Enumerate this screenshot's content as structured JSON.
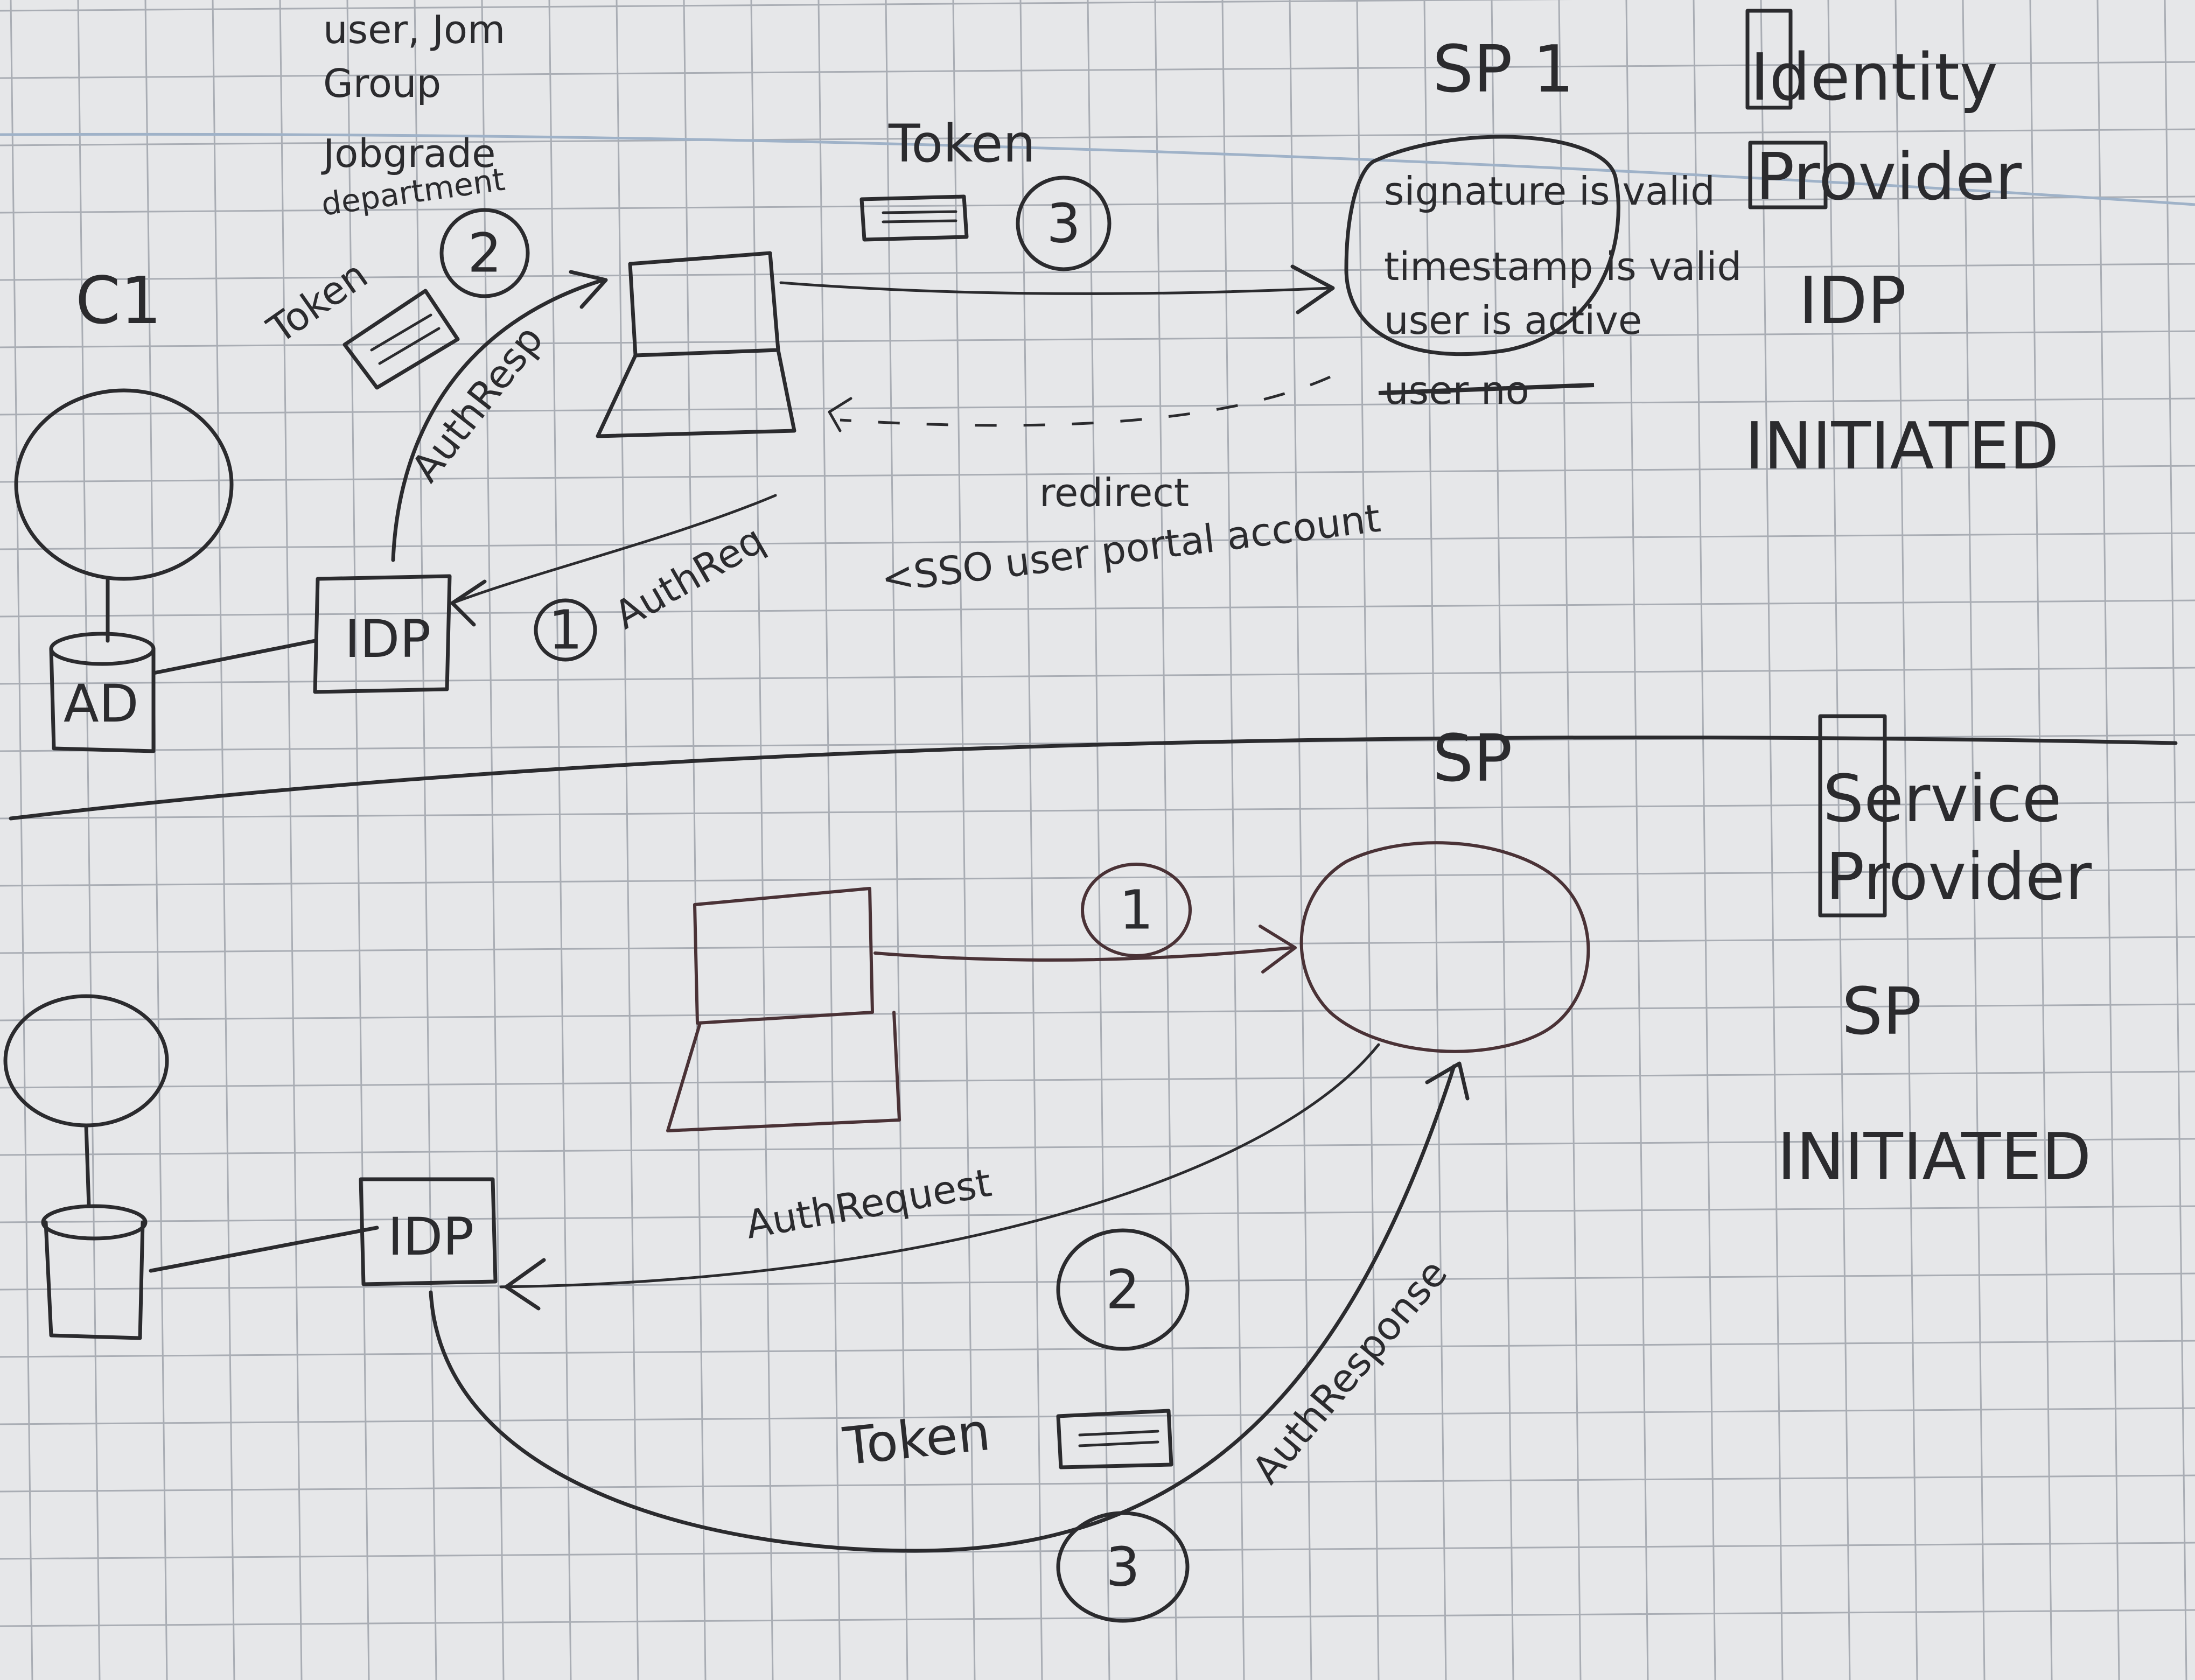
{
  "top": {
    "client": "C1",
    "ad": "AD",
    "idp": "IDP",
    "user_info": [
      "user, Jom",
      "Group",
      "Jobgrade",
      "department"
    ],
    "token_left": "Token",
    "step2": "2",
    "authresp": "AuthResp",
    "token_top": "Token",
    "step3": "3",
    "step1": "1",
    "authreq": "AuthReq",
    "sp": "SP 1",
    "checks": [
      "signature is valid",
      "timestamp is valid",
      "user is active"
    ],
    "struck": "user no",
    "redirect": "redirect",
    "redirect_detail": "<SSO user portal account"
  },
  "legend_top": {
    "title": [
      "Identity",
      "Provider"
    ],
    "abbr": "IDP",
    "mode": "INITIATED"
  },
  "bottom": {
    "sp": "SP",
    "idp": "IDP",
    "step1": "1",
    "step2": "2",
    "step3": "3",
    "authrequest": "AuthRequest",
    "authresponse": "AuthResponse",
    "token": "Token"
  },
  "legend_bottom": {
    "title": [
      "Service",
      "Provider"
    ],
    "abbr": "SP",
    "mode": "INITIATED"
  }
}
